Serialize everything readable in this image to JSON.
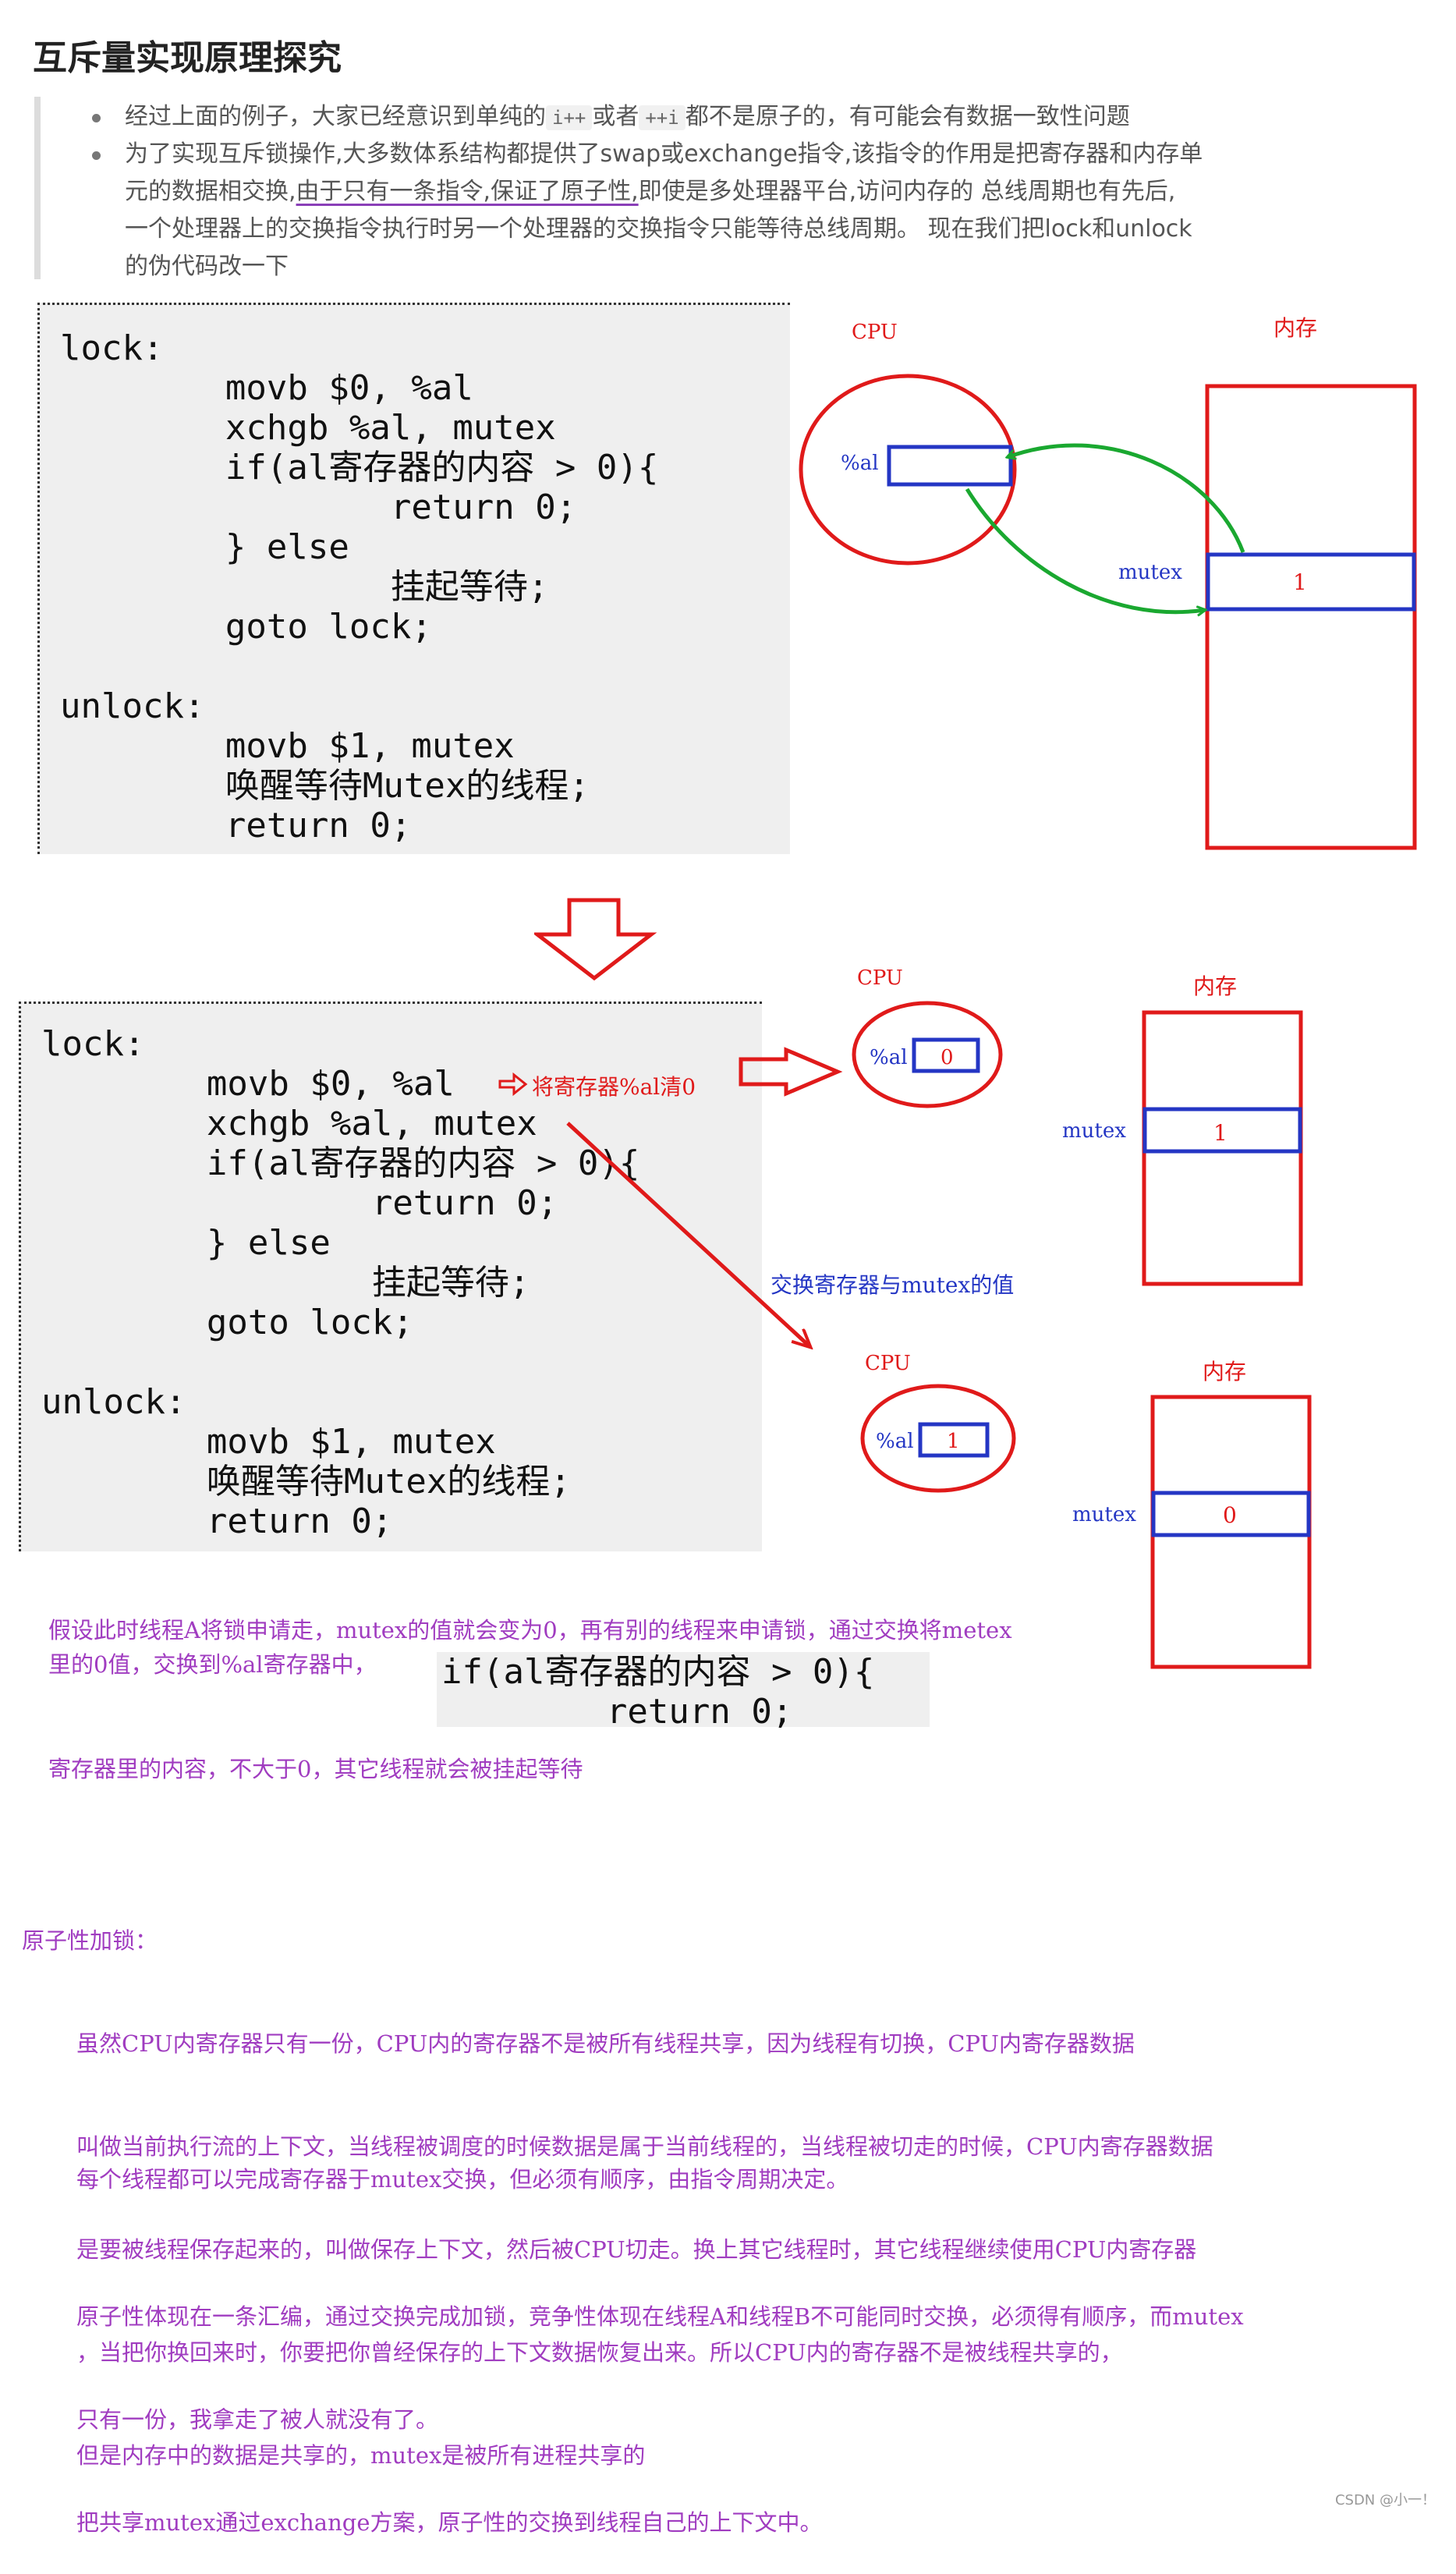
{
  "title": "互斥量实现原理探究",
  "bullets": {
    "b1_pre": "经过上面的例子，大家已经意识到单纯的",
    "b1_code1": "i++",
    "b1_mid": "或者",
    "b1_code2": "++i",
    "b1_post": "都不是原子的，有可能会有数据一致性问题",
    "b2_line1": "为了实现互斥锁操作,大多数体系结构都提供了swap或exchange指令,该指令的作用是把寄存器和内存单",
    "b2_line2_pre": "元的数据相交换,",
    "b2_line2_ul": "由于只有一条指令,保证了原子性,",
    "b2_line2_post": "即使是多处理器平台,访问内存的 总线周期也有先后,",
    "b2_line3": "一个处理器上的交换指令执行时另一个处理器的交换指令只能等待总线周期。 现在我们把lock和unlock",
    "b2_line4": "的伪代码改一下"
  },
  "code1": {
    "lines": [
      "lock:",
      "        movb $0, %al",
      "        xchgb %al, mutex",
      "        if(al寄存器的内容 > 0){",
      "                return 0;",
      "        } else",
      "                挂起等待;",
      "        goto lock;",
      "",
      "unlock:",
      "        movb $1, mutex",
      "        唤醒等待Mutex的线程;",
      "        return 0;"
    ]
  },
  "code2": {
    "lines": [
      "lock:",
      "        movb $0, %al",
      "        xchgb %al, mutex",
      "        if(al寄存器的内容 > 0){",
      "                return 0;",
      "        } else",
      "                挂起等待;",
      "        goto lock;",
      "",
      "unlock:",
      "        movb $1, mutex",
      "        唤醒等待Mutex的线程;",
      "        return 0;"
    ]
  },
  "code3": {
    "lines": [
      "if(al寄存器的内容 > 0){",
      "        return 0;"
    ]
  },
  "diagram1": {
    "cpu": "CPU",
    "mem": "内存",
    "reg": "%al",
    "mutex": "mutex",
    "value": "1"
  },
  "diagram2": {
    "cpu": "CPU",
    "mem": "内存",
    "reg": "%al",
    "reg_value": "0",
    "mutex": "mutex",
    "value": "1"
  },
  "diagram3": {
    "cpu": "CPU",
    "mem": "内存",
    "reg": "%al",
    "reg_value": "1",
    "mutex": "mutex",
    "value": "0"
  },
  "annotations": {
    "clear_al": "将寄存器%al清0",
    "swap_note": "交换寄存器与mutex的值",
    "explain1": "假设此时线程A将锁申请走，mutex的值就会变为0，再有别的线程来申请锁，通过交换将metex",
    "explain2": "里的0值，交换到%al寄存器中，",
    "explain3": "寄存器里的内容，不大于0，其它线程就会被挂起等待",
    "atomic_title": "原子性加锁：",
    "atomic_p1": [
      "虽然CPU内寄存器只有一份，CPU内的寄存器不是被所有线程共享，因为线程有切换，CPU内寄存器数据",
      "叫做当前执行流的上下文，当线程被调度的时候数据是属于当前线程的，当线程被切走的时候，CPU内寄存器数据",
      "是要被线程保存起来的，叫做保存上下文，然后被CPU切走。换上其它线程时，其它线程继续使用CPU内寄存器",
      "，当把你换回来时，你要把你曾经保存的上下文数据恢复出来。所以CPU内的寄存器不是被线程共享的，",
      "但是内存中的数据是共享的，mutex是被所有进程共享的"
    ],
    "atomic_p2": "每个线程都可以完成寄存器于mutex交换，但必须有顺序，由指令周期决定。",
    "atomic_p3": [
      "原子性体现在一条汇编，通过交换完成加锁，竞争性体现在线程A和线程B不可能同时交换，必须得有顺序，而mutex",
      "只有一份，我拿走了被人就没有了。",
      "把共享mutex通过exchange方案，原子性的交换到线程自己的上下文中。"
    ]
  },
  "footer": "CSDN @小一！"
}
